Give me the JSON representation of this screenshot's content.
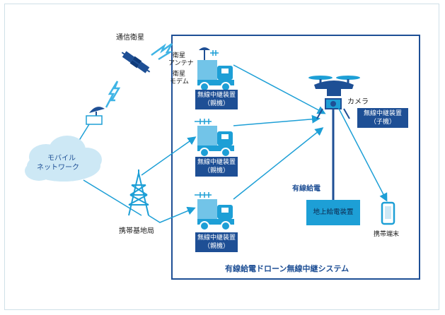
{
  "labels": {
    "satellite": "通信衛星",
    "sat_antenna_1": "衛星",
    "sat_antenna_2": "アンテナ",
    "sat_modem_1": "衛星",
    "sat_modem_2": "モデム",
    "mobile_network_1": "モバイル",
    "mobile_network_2": "ネットワーク",
    "base_station": "携帯基地局",
    "camera": "カメラ",
    "wired_power": "有線給電",
    "ground_power": "地上給電装置",
    "mobile_terminal": "携帯端末",
    "system_title": "有線給電ドローン無線中継システム"
  },
  "relays": {
    "parent_1": "無線中継装置",
    "parent_2": "（親機）",
    "child_1": "無線中継装置",
    "child_2": "（子機）"
  },
  "colors": {
    "navy": "#1e4f95",
    "blue": "#1d9fd6",
    "light_blue": "#72c4e8",
    "cloud": "#cde8f5"
  }
}
